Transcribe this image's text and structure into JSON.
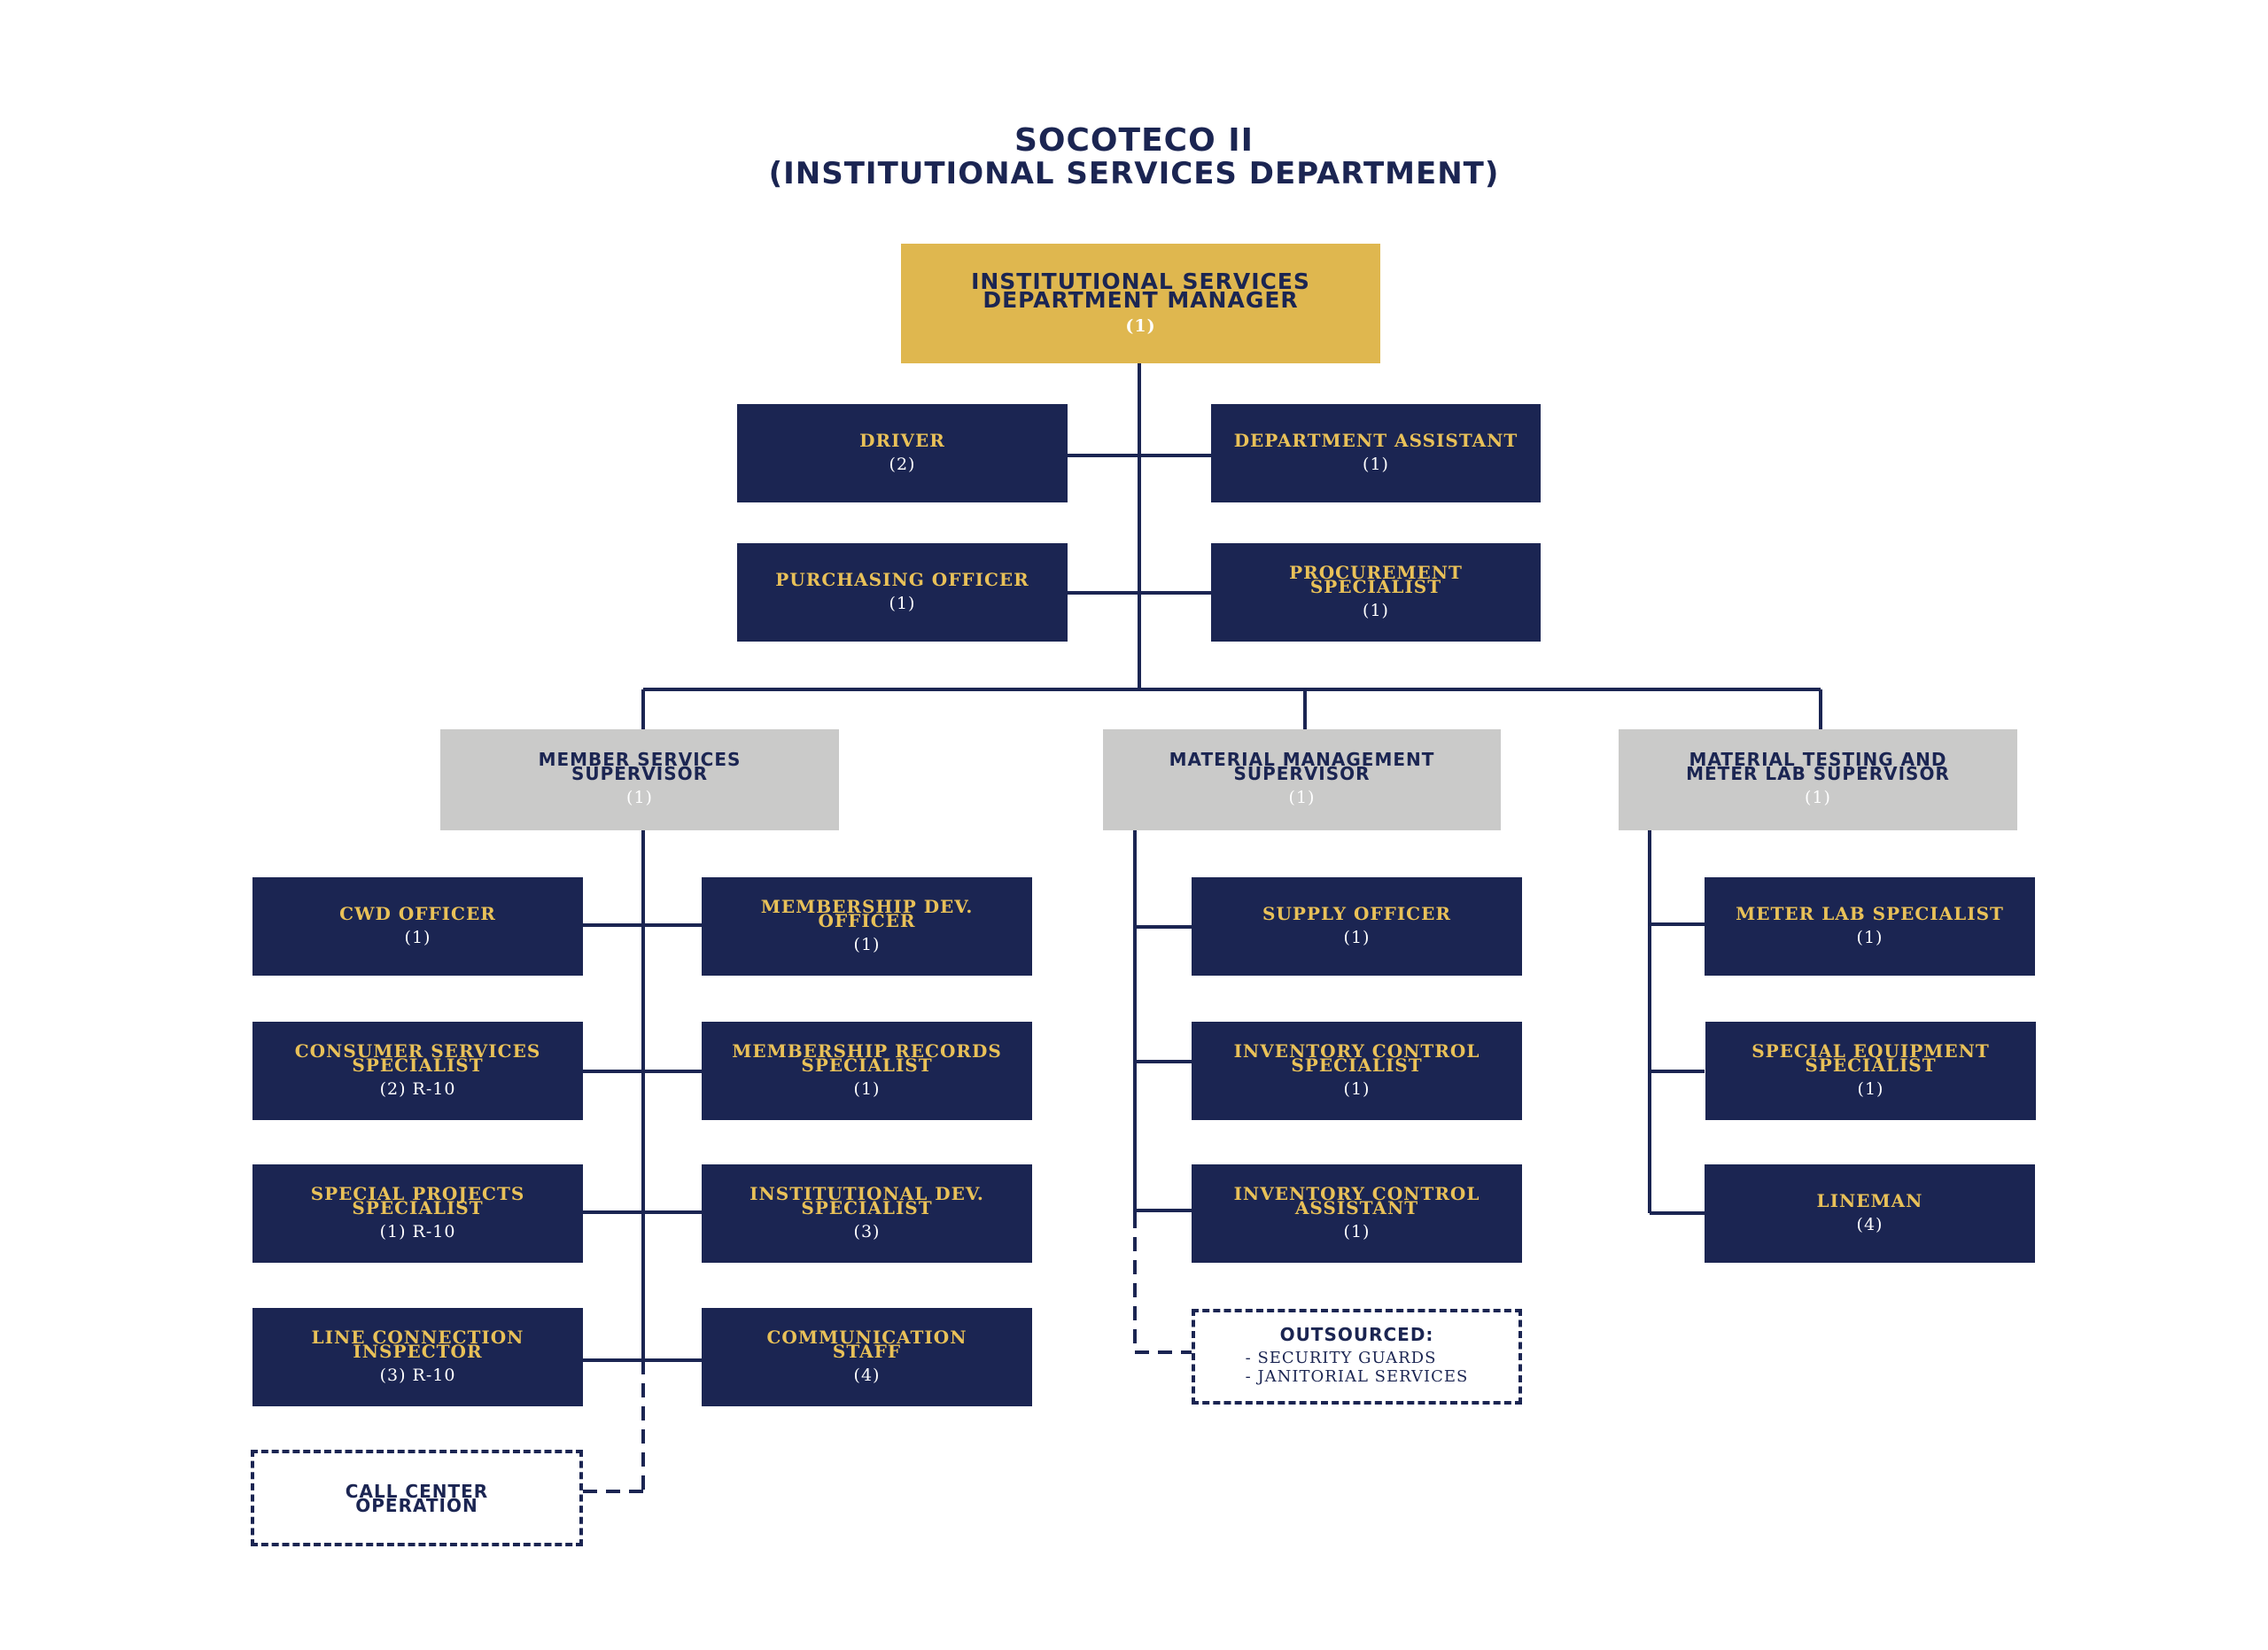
{
  "header": {
    "title": "SOCOTECO II",
    "subtitle": "(INSTITUTIONAL SERVICES DEPARTMENT)"
  },
  "colors": {
    "navy": "#1b2552",
    "gold": "#dfb74f",
    "grey": "#cacac9",
    "gold_text": "#e9c158"
  },
  "manager": {
    "label": "INSTITUTIONAL SERVICES\nDEPARTMENT MANAGER",
    "count": "(1)"
  },
  "staff": {
    "driver": {
      "label": "DRIVER",
      "count": "(2)"
    },
    "department_assistant": {
      "label": "DEPARTMENT ASSISTANT",
      "count": "(1)"
    },
    "purchasing_officer": {
      "label": "PURCHASING OFFICER",
      "count": "(1)"
    },
    "procurement_specialist": {
      "label": "PROCUREMENT\nSPECIALIST",
      "count": "(1)"
    }
  },
  "member_services": {
    "supervisor": {
      "label": "MEMBER SERVICES\nSUPERVISOR",
      "count": "(1)"
    },
    "cwd_officer": {
      "label": "CWD OFFICER",
      "count": "(1)"
    },
    "membership_dev_officer": {
      "label": "MEMBERSHIP DEV.\nOFFICER",
      "count": "(1)"
    },
    "consumer_services_specialist": {
      "label": "CONSUMER SERVICES\nSPECIALIST",
      "count": "(2) R-10"
    },
    "membership_records_specialist": {
      "label": "MEMBERSHIP RECORDS\nSPECIALIST",
      "count": "(1)"
    },
    "special_projects_specialist": {
      "label": "SPECIAL  PROJECTS\nSPECIALIST",
      "count": "(1) R-10"
    },
    "institutional_dev_specialist": {
      "label": "INSTITUTIONAL DEV.\nSPECIALIST",
      "count": "(3)"
    },
    "line_connection_inspector": {
      "label": "LINE CONNECTION\nINSPECTOR",
      "count": "(3) R-10"
    },
    "communication_staff": {
      "label": "COMMUNICATION\nSTAFF",
      "count": "(4)"
    },
    "call_center": {
      "label": "CALL CENTER\nOPERATION"
    }
  },
  "material_management": {
    "supervisor": {
      "label": "MATERIAL MANAGEMENT\nSUPERVISOR",
      "count": "(1)"
    },
    "supply_officer": {
      "label": "SUPPLY OFFICER",
      "count": "(1)"
    },
    "inventory_control_specialist": {
      "label": "INVENTORY CONTROL\nSPECIALIST",
      "count": "(1)"
    },
    "inventory_control_assistant": {
      "label": "INVENTORY CONTROL\nASSISTANT",
      "count": "(1)"
    },
    "outsourced": {
      "label": "OUTSOURCED:",
      "items": [
        "- SECURITY GUARDS",
        "- JANITORIAL SERVICES"
      ]
    }
  },
  "material_testing": {
    "supervisor": {
      "label": "MATERIAL TESTING AND\nMETER LAB SUPERVISOR",
      "count": "(1)"
    },
    "meter_lab_specialist": {
      "label": "METER LAB SPECIALIST",
      "count": "(1)"
    },
    "special_equipment_specialist": {
      "label": "SPECIAL EQUIPMENT\nSPECIALIST",
      "count": "(1)"
    },
    "lineman": {
      "label": "LINEMAN",
      "count": "(4)"
    }
  }
}
